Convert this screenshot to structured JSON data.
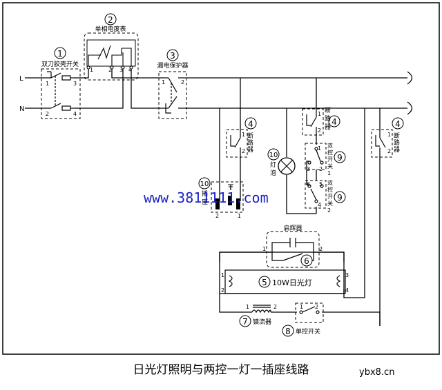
{
  "title": "日光灯照明与两控一灯一插座线路",
  "watermark_url": "www.3811111.com",
  "site_mark": "ybx8.cn",
  "line_labels": {
    "L": "L",
    "N": "N"
  },
  "components": {
    "c1": {
      "num": "1",
      "name": "双刀胶壳开关",
      "pins": [
        "1",
        "3",
        "2",
        "4"
      ]
    },
    "c2": {
      "num": "2",
      "name": "单相电度表",
      "pins": [
        "1",
        "2",
        "3",
        "4"
      ]
    },
    "c3": {
      "num": "3",
      "name": "漏电保护器",
      "pins": [
        "1",
        "2"
      ]
    },
    "c4a": {
      "num": "4",
      "name_chars": [
        "断",
        "路",
        "器"
      ],
      "pins": [
        "1",
        "2"
      ]
    },
    "c4b": {
      "num": "4",
      "name_chars": [
        "断",
        "路",
        "器"
      ],
      "pins": [
        "1",
        "2"
      ]
    },
    "c4c": {
      "num": "4",
      "name_chars": [
        "断",
        "路",
        "器"
      ],
      "pins": [
        "1",
        "2"
      ]
    },
    "c9a": {
      "num": "9",
      "name_chars": [
        "双",
        "控",
        "开",
        "关",
        "1"
      ],
      "pins": [
        "1",
        "2",
        "3"
      ]
    },
    "c9b": {
      "num": "9",
      "name_chars": [
        "双",
        "控",
        "开",
        "关",
        "2"
      ],
      "pins": [
        "6",
        "5",
        "4"
      ]
    },
    "c10a": {
      "num": "10",
      "name_chars": [
        "灯",
        "泡"
      ]
    },
    "c10b": {
      "num": "10",
      "name_chars": [
        "插",
        "座"
      ],
      "pins": [
        "2",
        "1",
        "3"
      ]
    },
    "c6": {
      "num": "6",
      "name": "启辉器",
      "pins": [
        "1",
        "2"
      ]
    },
    "c5": {
      "num": "5",
      "name": "10W日光灯",
      "pins": [
        "1",
        "2",
        "3",
        "4"
      ]
    },
    "c7": {
      "num": "7",
      "name": "镇流器",
      "pins": [
        "1",
        "2"
      ]
    },
    "c8": {
      "num": "8",
      "name": "单控开关",
      "pins": [
        "1",
        "2"
      ]
    }
  }
}
